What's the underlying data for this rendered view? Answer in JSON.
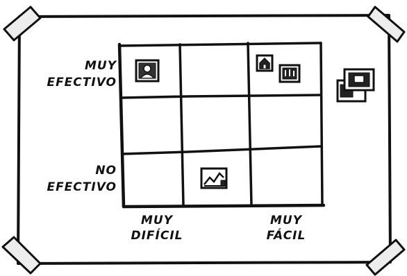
{
  "labels": {
    "y_top_line1": "MUY",
    "y_top_line2": "EFECTIVO",
    "y_bottom_line1": "NO",
    "y_bottom_line2": "EFECTIVO",
    "x_left_line1": "MUY",
    "x_left_line2": "DIFÍCIL",
    "x_right_line1": "MUY",
    "x_right_line2": "FÁCIL"
  },
  "grid": {
    "rows": 3,
    "columns": 3
  },
  "notes": [
    {
      "name": "sticky-note-person-icon",
      "cell": "top-left",
      "icon": "person-icon"
    },
    {
      "name": "sticky-note-house-icon",
      "cell": "top-right",
      "icon": "house-icon"
    },
    {
      "name": "sticky-note-plants-icon",
      "cell": "top-right",
      "icon": "plants-icon"
    },
    {
      "name": "sticky-note-chart-icon",
      "cell": "bottom-middle",
      "icon": "chart-icon"
    },
    {
      "name": "sticky-note-pile",
      "cell": "outside-right",
      "icon": "stacked-notes-icon"
    }
  ],
  "colors": {
    "ink": "#111111",
    "paper": "#ffffff",
    "tape": "#e6e6e6"
  }
}
